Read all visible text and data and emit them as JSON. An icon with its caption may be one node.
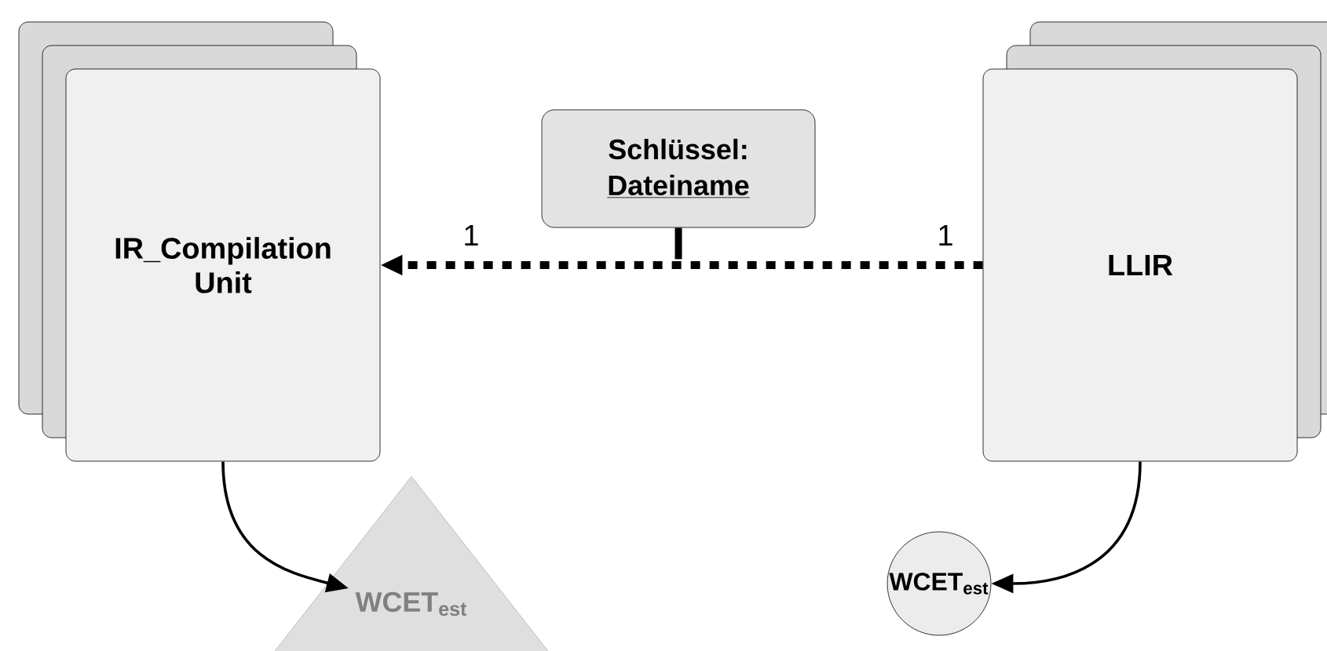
{
  "diagram": {
    "nodes": [
      {
        "text": [
          "IR_Compilation Unit"
        ]
      },
      {
        "text": [
          "LLIR"
        ]
      },
      {
        "text": [
          "Schlüssel:",
          "Dateiname"
        ]
      },
      {
        "text": [
          "WCET$_{est}$"
        ]
      },
      {
        "text": [
          "WCET$_{est}$"
        ]
      }
    ],
    "edges": [
      {
        "from": 1,
        "to": 0,
        "arrow": "to",
        "style": "dashed"
      },
      {
        "from": 2,
        "to": null,
        "arrow": "none",
        "style": "thick"
      },
      {
        "from": 0,
        "to": 3,
        "arrow": "to"
      },
      {
        "from": 1,
        "to": 4,
        "arrow": "to"
      }
    ],
    "labels": [
      "1",
      "1"
    ]
  }
}
